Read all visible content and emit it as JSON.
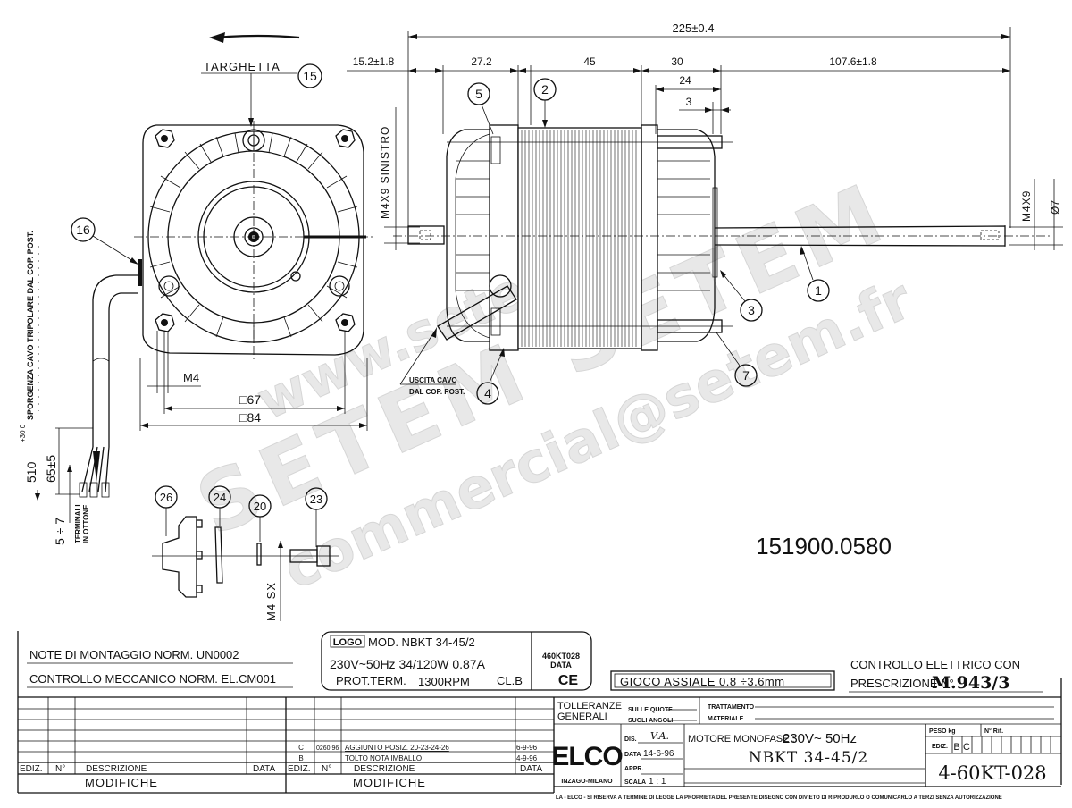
{
  "drawing": {
    "rotation_label": "",
    "targhetta_label": "TARGHETTA",
    "balloons": {
      "b1": "1",
      "b2": "2",
      "b3": "3",
      "b4": "4",
      "b5": "5",
      "b7": "7",
      "b15": "15",
      "b16": "16",
      "b20": "20",
      "b23": "23",
      "b24": "24",
      "b26": "26"
    },
    "dimensions": {
      "overall_length": "225±0.4",
      "rear_shaft": "15.2±1.8",
      "rear_cover": "27.2",
      "stator": "45",
      "front_cover": "30",
      "front_shaft": "107.6±1.8",
      "front_24": "24",
      "front_3": "3",
      "rear_thread": "M4X9 SINISTRO",
      "front_thread": "M4X9",
      "shaft_dia": "Ø7",
      "mount_thread": "M4",
      "square_67": "□67",
      "square_84": "□84",
      "cable_length": "510",
      "cable_tol": "+30 0",
      "strip_length": "65±5",
      "terminal_length": "5 ÷ 7",
      "screw_thread": "M4 SX"
    },
    "notes": {
      "cable_protrusion": "SPORGENZA CAVO TRIPOLARE DAL COP. POST.",
      "terminals_1": "TERMINALI",
      "terminals_2": "IN OTTONE",
      "cable_exit_1": "USCITA CAVO",
      "cable_exit_2": "DAL COP. POST."
    },
    "part_number": "151900.0580",
    "watermark": {
      "url": "www.setem.fr",
      "brand": "SETEM SETEM",
      "email": "commercial@setem.fr"
    }
  },
  "title_block": {
    "note_montaggio": "NOTE DI MONTAGGIO NORM. UN0002",
    "controllo_meccanico": "CONTROLLO MECCANICO NORM. EL.CM001",
    "nameplate": {
      "logo": "LOGO",
      "model_line": "MOD.  NBKT 34-45/2",
      "electrical_line": "230V~50Hz 34/120W 0.87A",
      "prot_line_a": "PROT.TERM.",
      "prot_line_b": "1300RPM",
      "prot_line_c": "CL.B",
      "code": "460KT028",
      "data_label": "DATA",
      "ce_mark": "CE"
    },
    "gioco_assiale": "GIOCO ASSIALE  0.8 ÷3.6mm",
    "controllo_elettrico_1": "CONTROLLO ELETTRICO CON",
    "controllo_elettrico_2": "PRESCRIZIONE N°",
    "prescrizione_no": "M.943/3",
    "mod_table_left": {
      "headers": [
        "EDIZ.",
        "N°",
        "DESCRIZIONE",
        "DATA"
      ],
      "footer": "MODIFICHE",
      "rows": []
    },
    "mod_table_right": {
      "headers": [
        "EDIZ.",
        "N°",
        "DESCRIZIONE",
        "DATA"
      ],
      "footer": "MODIFICHE",
      "rows": [
        {
          "ediz": "C",
          "n": "0260.96",
          "desc": "AGGIUNTO POSIZ. 20-23-24-26",
          "data": "6-9-96"
        },
        {
          "ediz": "B",
          "n": "",
          "desc": "TOLTO NOTA IMBALLO",
          "data": "4-9-96"
        }
      ]
    },
    "tolleranze_1": "TOLLERANZE",
    "tolleranze_2": "GENERALI",
    "sulle_quote": "SULLE QUOTE",
    "sugli_angoli": "SUGLI ANGOLI",
    "trattamento": "TRATTAMENTO",
    "materiale": "MATERIALE",
    "company_logo": "ELCO",
    "company_location": "INZAGO-MILANO",
    "dis_label": "DIS.",
    "dis_value": "V.A.",
    "data_label": "DATA",
    "data_value": "14-6-96",
    "appr_label": "APPR.",
    "scala_label": "SCALA",
    "scala_value": "1 : 1",
    "motor_desc_label": "MOTORE MONOFASE :",
    "motor_desc_value": "230V~  50Hz",
    "motor_model": "NBKT 34-45/2",
    "peso_label": "PESO kg",
    "n_rif_label": "N° Rif.",
    "ediz_label": "EDIZ.",
    "ediz_values": [
      "B",
      "C"
    ],
    "drawing_number": "4-60KT-028",
    "copyright": "LA - ELCO - SI RISERVA A TERMINE DI LEGGE LA PROPRIETA  DEL PRESENTE DISEGNO CON DIVIETO DI RIPRODURLO O COMUNICARLO A TERZI SENZA AUTORIZZAZIONE"
  }
}
